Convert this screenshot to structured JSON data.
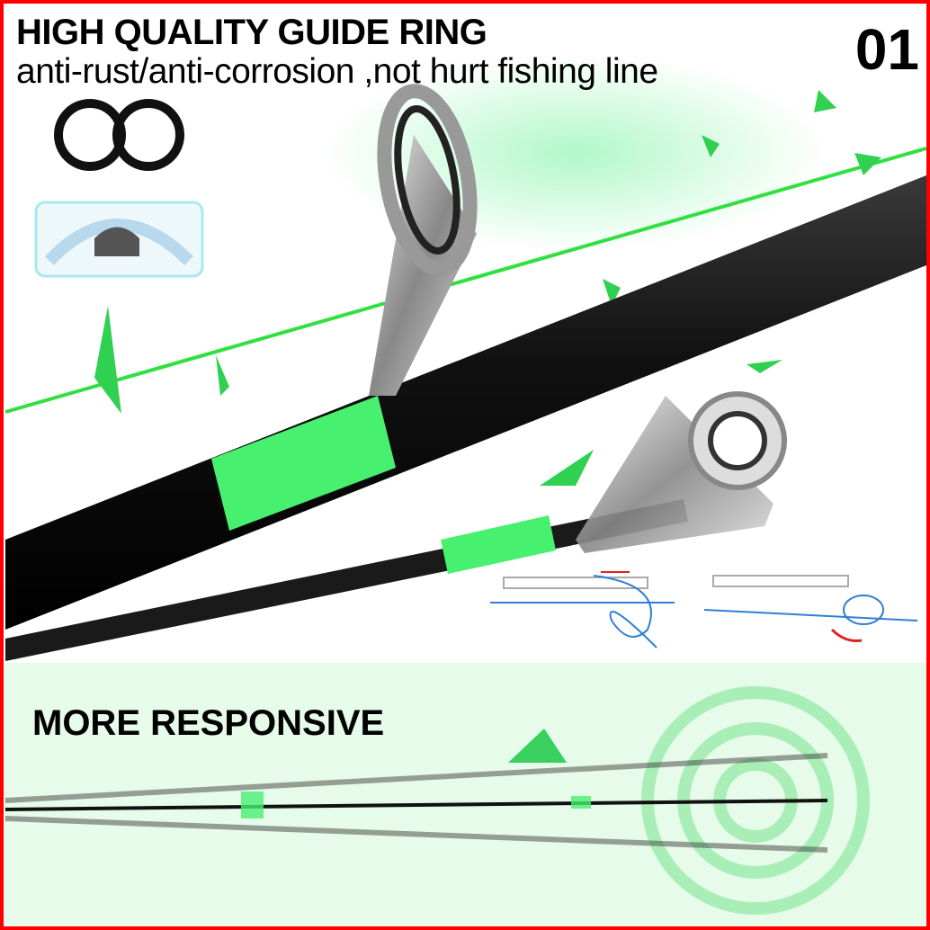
{
  "header": {
    "title": "HIGH QUALITY GUIDE RING",
    "subtitle": "anti-rust/anti-corrosion ,not hurt fishing line",
    "number": "01"
  },
  "section2": {
    "title": "MORE RESPONSIVE"
  },
  "colors": {
    "border": "#ff0000",
    "accent": "#39f060",
    "rod": "#121212",
    "line_blue": "#2f7fd6",
    "arrow_red": "#e02020"
  }
}
